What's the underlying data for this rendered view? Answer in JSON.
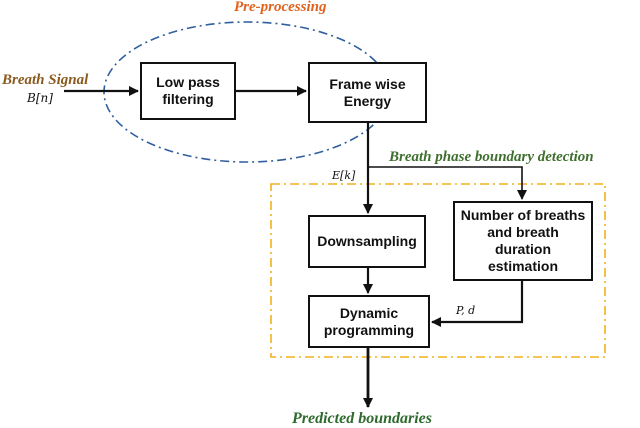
{
  "labels": {
    "pre_processing": "Pre-processing",
    "breath_signal": "Breath Signal",
    "input_symbol": "B[n]",
    "energy_symbol": "E[k]",
    "params_symbol": "P, d",
    "detection_region": "Breath phase boundary detection",
    "output": "Predicted boundaries"
  },
  "boxes": {
    "low_pass_line1": "Low pass",
    "low_pass_line2": "filtering",
    "frame_energy_line1": "Frame wise",
    "frame_energy_line2": "Energy",
    "downsampling": "Downsampling",
    "estimation_line1": "Number of breaths",
    "estimation_line2": "and breath",
    "estimation_line3": "duration",
    "estimation_line4": "estimation",
    "dp_line1": "Dynamic",
    "dp_line2": "programming"
  },
  "colors": {
    "pre_processing_text": "#e0621d",
    "pre_processing_outline": "#2f5f9e",
    "breath_signal_text": "#8b5a1e",
    "detection_text": "#3f6f2f",
    "detection_outline": "#f2b21c",
    "output_text": "#2f6a2f",
    "line": "#111111"
  }
}
